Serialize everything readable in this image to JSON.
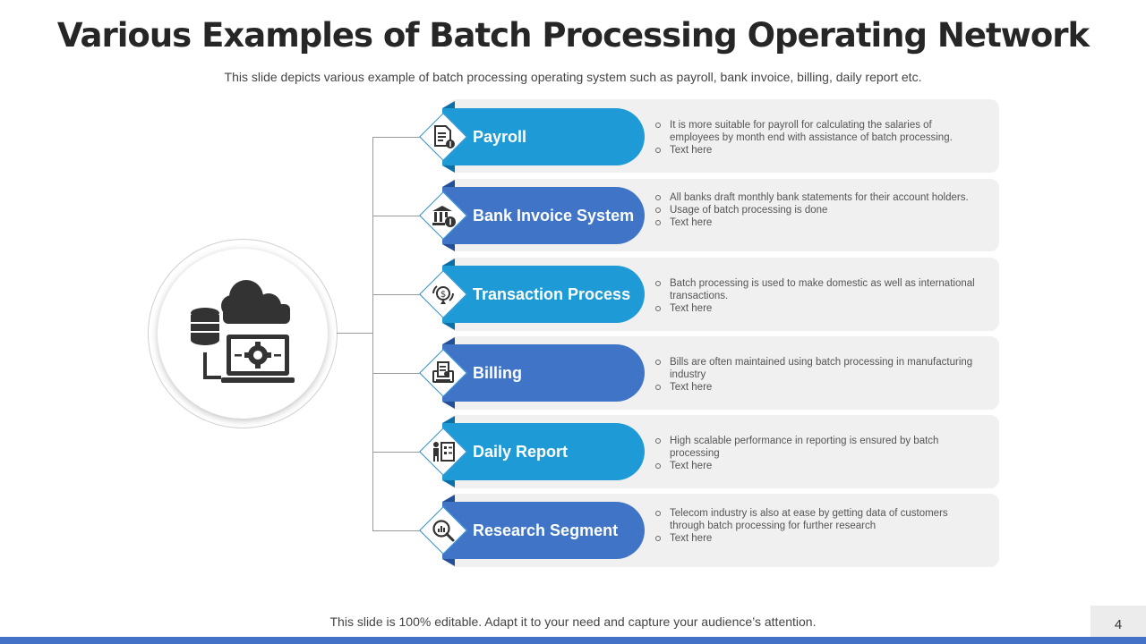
{
  "slide": {
    "title": "Various Examples of Batch Processing Operating Network",
    "subtitle": "This slide depicts various example of batch processing operating  system such as payroll, bank invoice, billing,  daily report etc.",
    "footer": "This slide is 100% editable. Adapt it to your need and capture your audience’s attention.",
    "page_number": "4"
  },
  "hub": {
    "icon": "cloud-database-laptop-gear-icon"
  },
  "colors": {
    "light_blue": "#1e9ad6",
    "mid_blue": "#3f74c6",
    "panel": "#f0f0f0",
    "bottom_bar": "#4472c4"
  },
  "rows": [
    {
      "label": "Payroll",
      "icon": "payroll-document-icon",
      "bullets": [
        "It is more suitable for payroll for calculating the salaries of employees by month end with assistance of batch processing.",
        "Text here"
      ]
    },
    {
      "label": "Bank Invoice System",
      "icon": "bank-icon",
      "bullets": [
        "All banks draft monthly bank statements for their account holders.",
        "Usage of batch processing is done",
        "Text here"
      ]
    },
    {
      "label": "Transaction Process",
      "icon": "money-transfer-icon",
      "bullets": [
        "Batch processing is used to make domestic as well as international transactions.",
        "Text here"
      ]
    },
    {
      "label": "Billing",
      "icon": "billing-receipt-icon",
      "bullets": [
        "Bills are often maintained using batch processing in manufacturing industry",
        "Text here"
      ]
    },
    {
      "label": "Daily Report",
      "icon": "daily-report-icon",
      "bullets": [
        "High scalable performance in reporting is ensured by batch processing",
        "Text here"
      ]
    },
    {
      "label": "Research Segment",
      "icon": "research-magnifier-icon",
      "bullets": [
        "Telecom industry is also at ease by getting data of customers through batch processing for further research",
        "Text here"
      ]
    }
  ]
}
